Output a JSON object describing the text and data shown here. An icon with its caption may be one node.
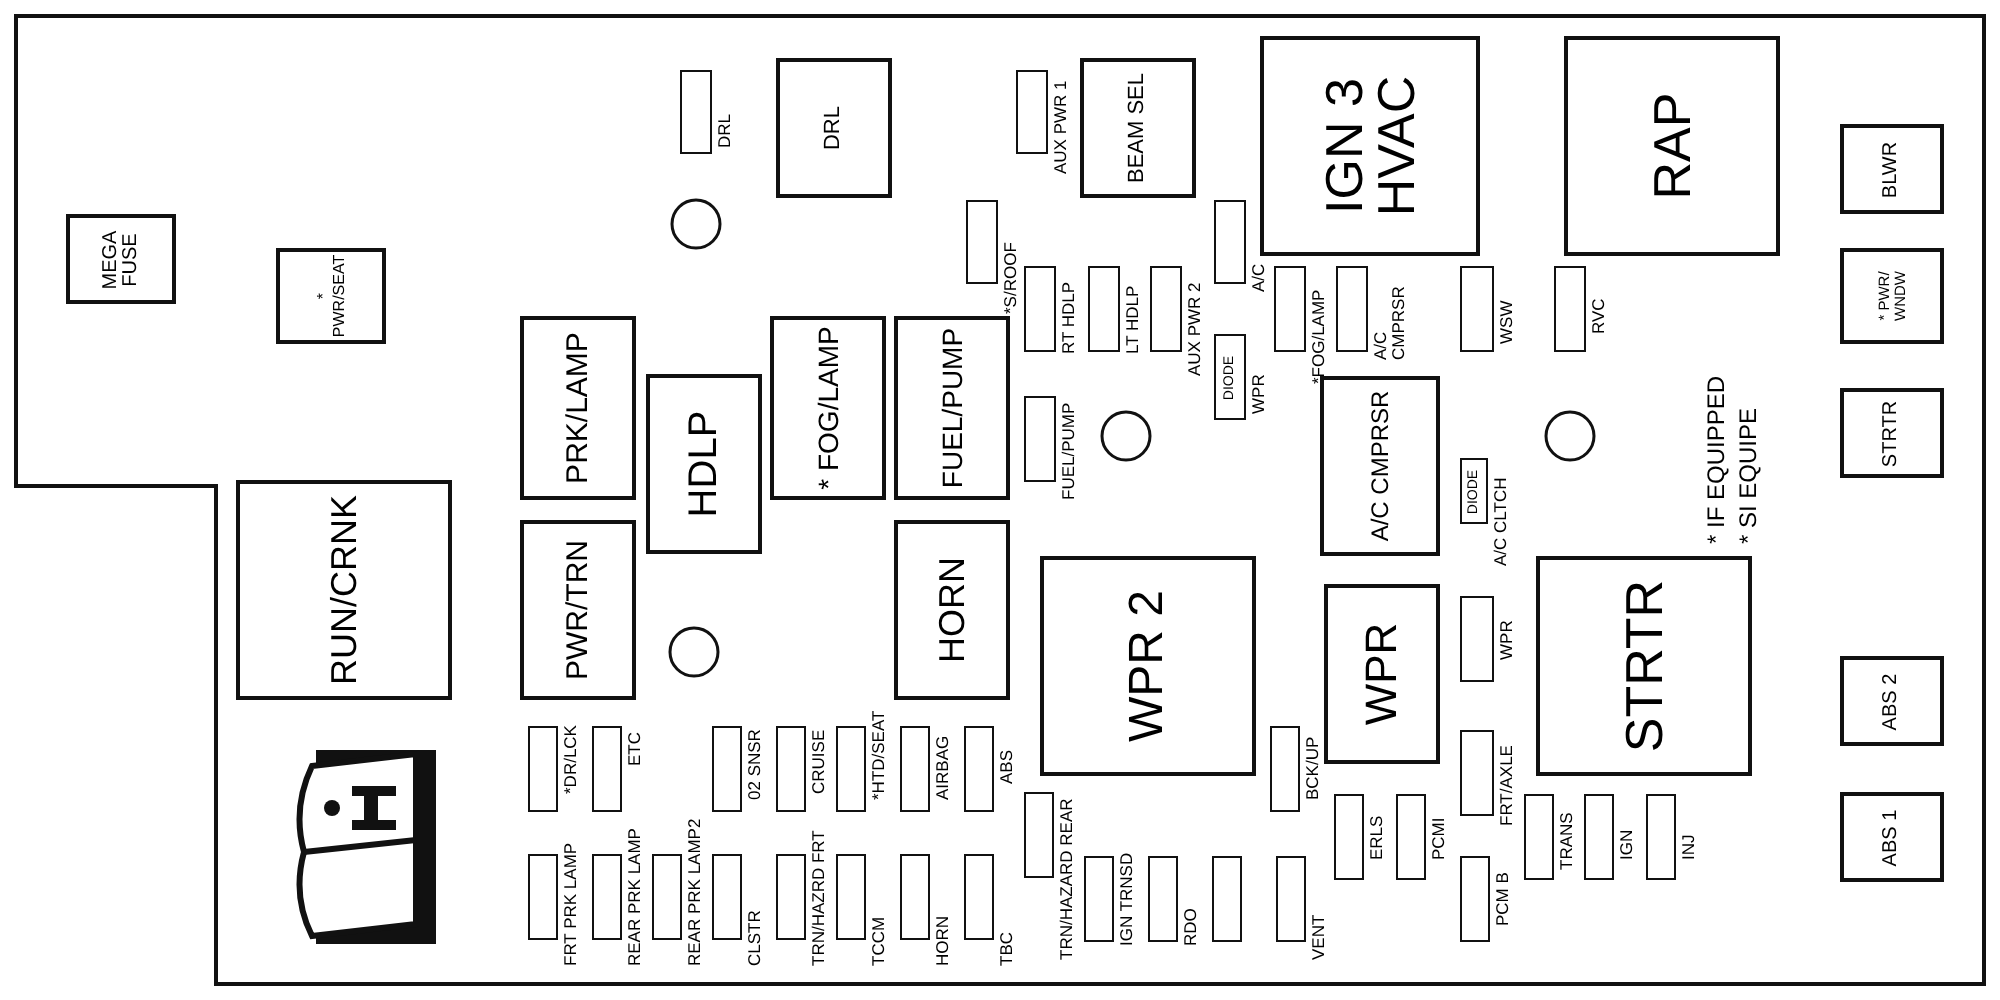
{
  "diagram": {
    "nodes": [
      {
        "text": [
          "MEGA FUSE"
        ]
      },
      {
        "text": [
          "* PWR/SEAT"
        ]
      },
      {
        "text": [
          "RUN/CRNK"
        ]
      },
      {
        "text": [
          "PRK/LAMP"
        ]
      },
      {
        "text": [
          "PWR/TRN"
        ]
      },
      {
        "text": [
          "HDLP"
        ]
      },
      {
        "text": [
          "* FOG/LAMP"
        ]
      },
      {
        "text": [
          "FUEL/PUMP"
        ]
      },
      {
        "text": [
          "HORN"
        ]
      },
      {
        "text": [
          "DRL"
        ]
      },
      {
        "text": [],
        "shape": "box",
        "beside": [
          "DRL"
        ]
      },
      {
        "text": [],
        "shape": "box",
        "beside": [
          "AUX PWR 1"
        ]
      },
      {
        "text": [
          "BEAM SEL"
        ]
      },
      {
        "text": [],
        "shape": "box",
        "beside": [
          "*S/ROOF"
        ]
      },
      {
        "text": [],
        "shape": "box",
        "beside": [
          "RT HDLP"
        ]
      },
      {
        "text": [],
        "shape": "box",
        "beside": [
          "LT HDLP"
        ]
      },
      {
        "text": [],
        "shape": "box",
        "beside": [
          "AUX PWR 2"
        ]
      },
      {
        "text": [],
        "shape": "box",
        "beside": [
          "A/C"
        ]
      },
      {
        "text": [
          "DIODE"
        ],
        "beside": [
          "WPR"
        ]
      },
      {
        "text": [
          "IGN 3 HVAC"
        ]
      },
      {
        "text": [],
        "shape": "box",
        "beside": [
          "*FOG/LAMP"
        ]
      },
      {
        "text": [],
        "shape": "box",
        "beside": [
          "A/C CMPRSR"
        ]
      },
      {
        "text": [],
        "shape": "box",
        "beside": [
          "WSW"
        ]
      },
      {
        "text": [
          "RAP"
        ]
      },
      {
        "text": [],
        "shape": "box",
        "beside": [
          "RVC"
        ]
      },
      {
        "text": [],
        "shape": "box",
        "beside": [
          "FUEL/PUMP"
        ]
      },
      {
        "text": [
          "A/C CMPRSR"
        ]
      },
      {
        "text": [
          "DIODE"
        ],
        "beside": [
          "A/C CLTCH"
        ]
      },
      {
        "text": [
          "WPR 2"
        ]
      },
      {
        "text": [
          "WPR"
        ]
      },
      {
        "text": [],
        "shape": "box",
        "beside": [
          "WPR"
        ]
      },
      {
        "text": [
          "STRTR"
        ]
      },
      {
        "text": [],
        "shape": "box",
        "beside": [
          "FRT/AXLE"
        ]
      },
      {
        "text": [
          "BLWR"
        ]
      },
      {
        "text": [
          "* PWR/ WNDW"
        ]
      },
      {
        "text": [
          "STRTR"
        ]
      },
      {
        "text": [
          "ABS 2"
        ]
      },
      {
        "text": [
          "ABS 1"
        ]
      },
      {
        "text": [],
        "shape": "box",
        "beside": [
          "*DR/LCK"
        ]
      },
      {
        "text": [],
        "shape": "box",
        "beside": [
          "ETC"
        ]
      },
      {
        "text": [],
        "shape": "box",
        "beside": [
          "02 SNSR"
        ]
      },
      {
        "text": [],
        "shape": "box",
        "beside": [
          "CRUISE"
        ]
      },
      {
        "text": [],
        "shape": "box",
        "beside": [
          "*HTD/SEAT"
        ]
      },
      {
        "text": [],
        "shape": "box",
        "beside": [
          "AIRBAG"
        ]
      },
      {
        "text": [],
        "shape": "box",
        "beside": [
          "ABS"
        ]
      },
      {
        "text": [],
        "shape": "box",
        "beside": [
          "FRT PRK LAMP"
        ]
      },
      {
        "text": [],
        "shape": "box",
        "beside": [
          "REAR PRK LAMP"
        ]
      },
      {
        "text": [],
        "shape": "box",
        "beside": [
          "REAR PRK LAMP2"
        ]
      },
      {
        "text": [],
        "shape": "box",
        "beside": [
          "CLSTR"
        ]
      },
      {
        "text": [],
        "shape": "box",
        "beside": [
          "TRN/HAZRD FRT"
        ]
      },
      {
        "text": [],
        "shape": "box",
        "beside": [
          "TCCM"
        ]
      },
      {
        "text": [],
        "shape": "box",
        "beside": [
          "HORN"
        ]
      },
      {
        "text": [],
        "shape": "box",
        "beside": [
          "TBC"
        ]
      },
      {
        "text": [],
        "shape": "box",
        "beside": [
          "TRN/HAZARD REAR"
        ]
      },
      {
        "text": [],
        "shape": "box",
        "beside": [
          "IGN TRNSD"
        ]
      },
      {
        "text": [],
        "shape": "box",
        "beside": [
          "RDO"
        ]
      },
      {
        "text": [],
        "shape": "box"
      },
      {
        "text": [],
        "shape": "box",
        "beside": [
          "VENT"
        ]
      },
      {
        "text": [],
        "shape": "box",
        "beside": [
          "BCK/UP"
        ]
      },
      {
        "text": [],
        "shape": "box",
        "beside": [
          "ERLS"
        ]
      },
      {
        "text": [],
        "shape": "box",
        "beside": [
          "PCMI"
        ]
      },
      {
        "text": [],
        "shape": "box",
        "beside": [
          "PCM B"
        ]
      },
      {
        "text": [],
        "shape": "box",
        "beside": [
          "TRANS"
        ]
      },
      {
        "text": [],
        "shape": "box",
        "beside": [
          "IGN"
        ]
      },
      {
        "text": [],
        "shape": "box",
        "beside": [
          "INJ"
        ]
      }
    ],
    "labels": [
      "* IF EQUIPPED",
      "* SI EQUIPE"
    ]
  }
}
